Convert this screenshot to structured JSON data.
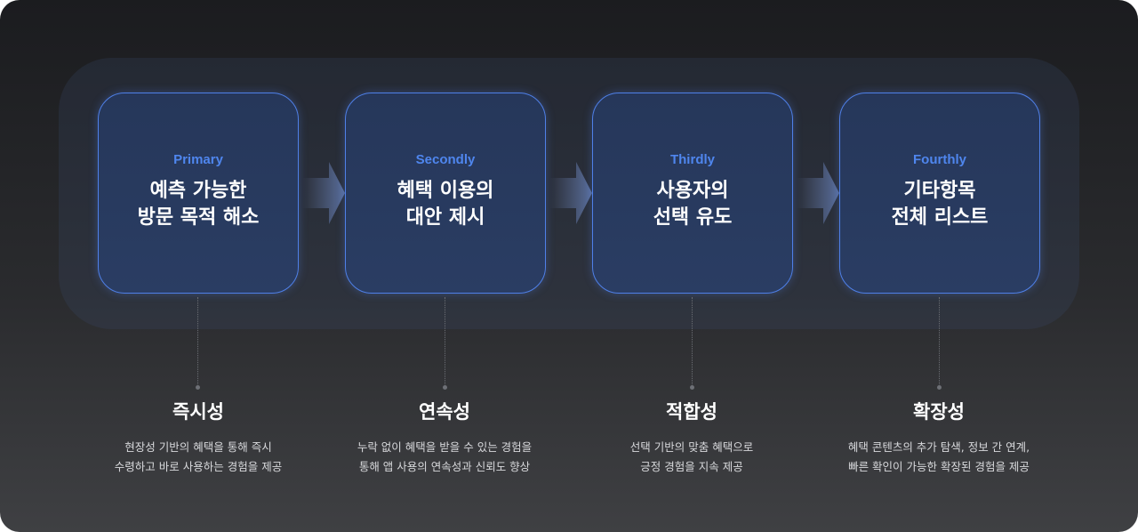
{
  "stages": [
    {
      "label": "Primary",
      "title_line1": "예측 가능한",
      "title_line2": "방문 목적 해소",
      "feature_name": "즉시성",
      "desc_line1": "현장성 기반의 혜택을 통해 즉시",
      "desc_line2": "수령하고 바로 사용하는 경험을 제공"
    },
    {
      "label": "Secondly",
      "title_line1": "혜택 이용의",
      "title_line2": "대안 제시",
      "feature_name": "연속성",
      "desc_line1": "누락 없이 혜택을 받을 수 있는 경험을",
      "desc_line2": "통해 앱 사용의 연속성과 신뢰도 향상"
    },
    {
      "label": "Thirdly",
      "title_line1": "사용자의",
      "title_line2": "선택 유도",
      "feature_name": "적합성",
      "desc_line1": "선택 기반의 맞춤 혜택으로",
      "desc_line2": "긍정 경험을 지속 제공"
    },
    {
      "label": "Fourthly",
      "title_line1": "기타항목",
      "title_line2": "전체 리스트",
      "feature_name": "확장성",
      "desc_line1": "혜택 콘텐츠의 추가 탐색, 정보 간 연계,",
      "desc_line2": "빠른 확인이 가능한 확장된 경험을 제공"
    }
  ],
  "colors": {
    "accent": "#4f80e8",
    "label": "#4f86ee",
    "card_fill": "#273a5e",
    "background_top": "#1b1c1f",
    "background_bottom": "#3f4043"
  },
  "icons": {
    "arrow": "chevron-arrow-right-icon"
  }
}
